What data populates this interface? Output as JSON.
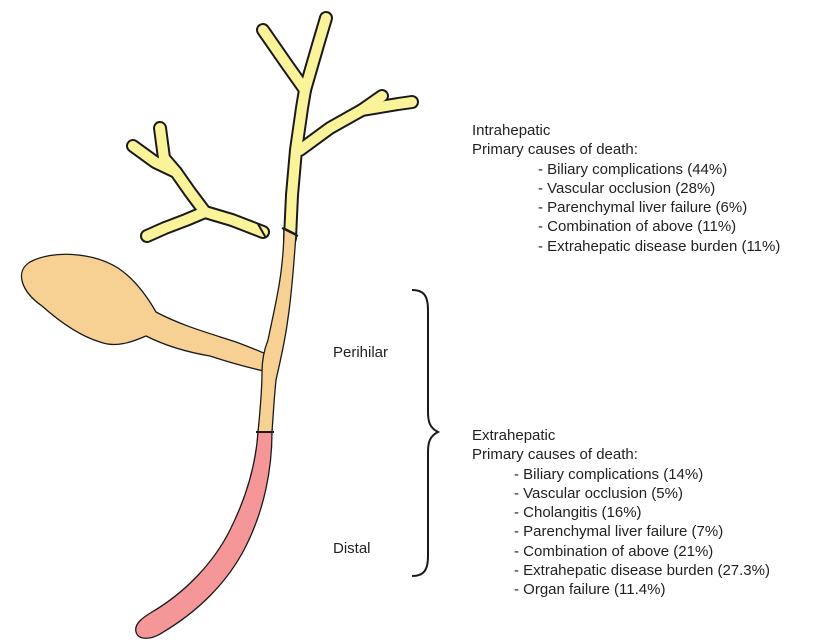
{
  "colors": {
    "intrahepatic_duct": "#FAF39A",
    "perihilar_duct": "#F7D194",
    "gallbladder": "#F7D194",
    "distal_duct": "#F59698",
    "outline": "#1a1a1a"
  },
  "labels": {
    "perihilar": "Perihilar",
    "distal": "Distal"
  },
  "intrahepatic": {
    "title": "Intrahepatic",
    "subtitle": "Primary causes of death:",
    "items": [
      "- Biliary complications (44%)",
      "- Vascular occlusion (28%)",
      "- Parenchymal liver failure (6%)",
      "- Combination of above (11%)",
      "- Extrahepatic disease burden (11%)"
    ]
  },
  "extrahepatic": {
    "title": "Extrahepatic",
    "subtitle": "Primary causes of death:",
    "items": [
      "- Biliary complications (14%)",
      "- Vascular occlusion (5%)",
      "- Cholangitis (16%)",
      "- Parenchymal liver failure (7%)",
      "- Combination of above (21%)",
      "- Extrahepatic disease burden (27.3%)",
      "- Organ failure (11.4%)"
    ]
  }
}
